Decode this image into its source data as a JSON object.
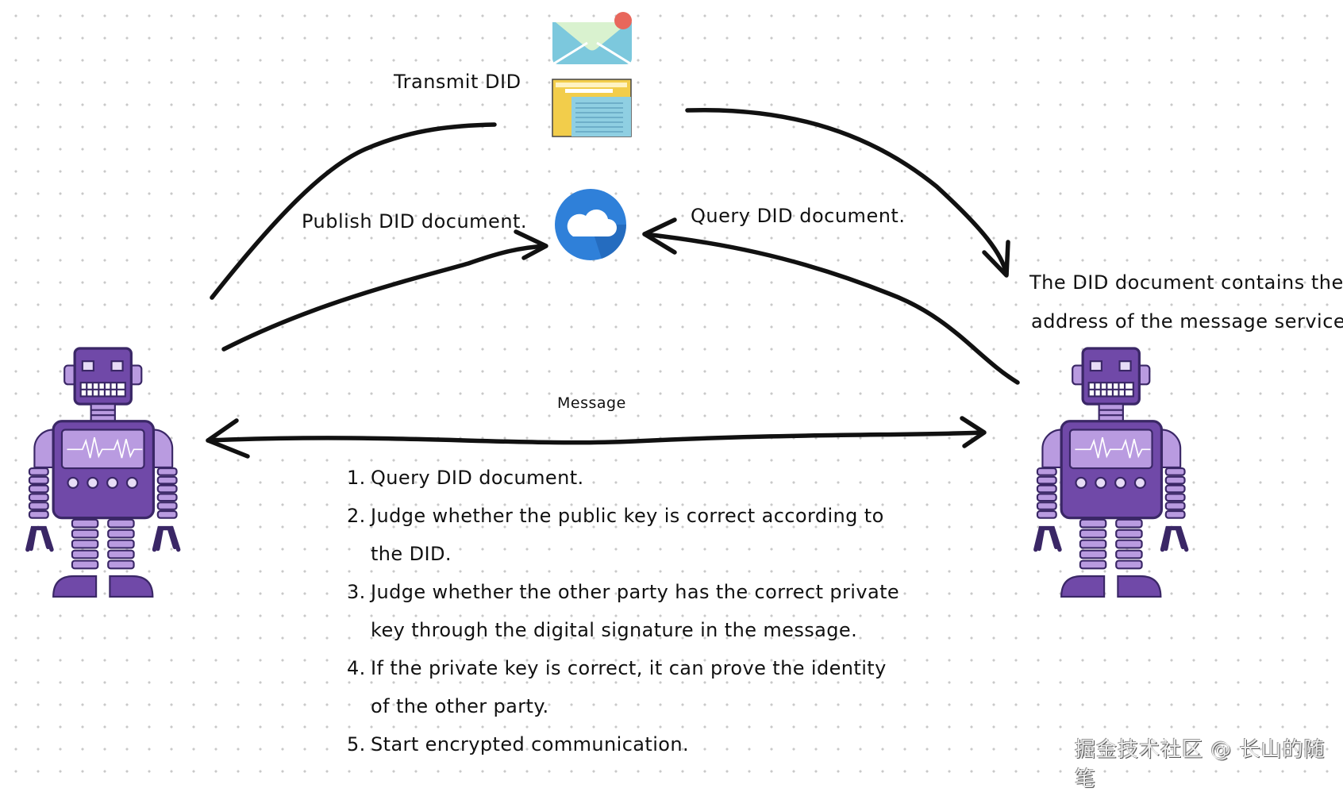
{
  "labels": {
    "transmit": "Transmit DID",
    "publish": "Publish DID document.",
    "query": "Query DID document.",
    "contains_line1": "The DID document contains the",
    "contains_line2": "address of the message service.",
    "message": "Message"
  },
  "steps": [
    {
      "num": "1.",
      "lines": [
        "Query DID document."
      ]
    },
    {
      "num": "2.",
      "lines": [
        "Judge whether the public key is correct according to",
        "the DID."
      ]
    },
    {
      "num": "3.",
      "lines": [
        "Judge whether the other party has the correct private",
        "key through the digital signature in the message."
      ]
    },
    {
      "num": "4.",
      "lines": [
        "If the private key is correct, it can prove the identity",
        "of the other party."
      ]
    },
    {
      "num": "5.",
      "lines": [
        "Start encrypted communication."
      ]
    }
  ],
  "watermark": "掘金技术社区 @ 长山的随笔",
  "icons": {
    "envelope": "envelope-icon",
    "browser": "email-client-screenshot",
    "cloud": "cloud-icon",
    "robot": "robot-icon"
  },
  "colors": {
    "robot_purple": "#7049a8",
    "robot_light": "#b99be0",
    "robot_outline": "#3a2766",
    "cloud_blue": "#2f80d9",
    "envelope_blue": "#7cc8dd",
    "envelope_flap": "#d9f2cf",
    "notification_red": "#e8675c",
    "browser_yellow": "#f2cd4b",
    "arrow": "#111111"
  }
}
